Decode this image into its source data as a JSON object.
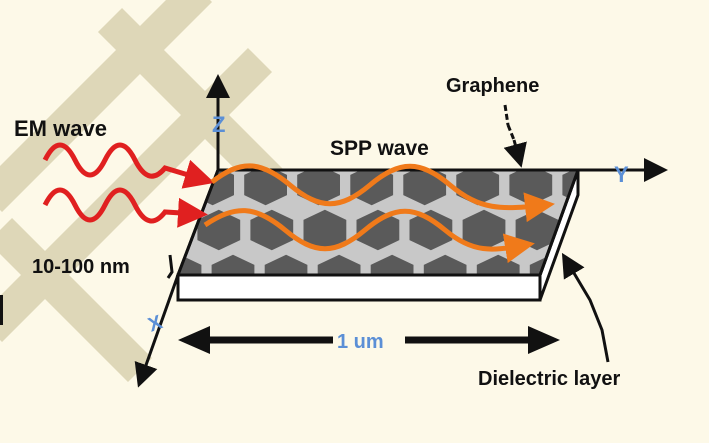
{
  "labels": {
    "em_wave": "EM wave",
    "spp_wave": "SPP wave",
    "graphene": "Graphene",
    "thickness": "10-100 nm",
    "axis_z": "Z",
    "axis_y": "Y",
    "axis_x": "X",
    "length": "1 um",
    "dielectric": "Dielectric layer"
  },
  "colors": {
    "background": "#fdf9e8",
    "em_wave": "#e02020",
    "spp_wave": "#f07a1a",
    "hexagon": "#5a5a5a",
    "sheet": "#c8c8c8",
    "axis_label": "#5b8fd6",
    "watermark": "#d9d2b0"
  }
}
